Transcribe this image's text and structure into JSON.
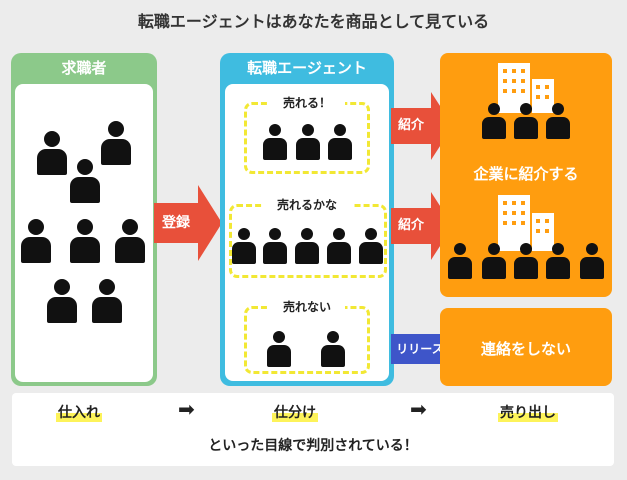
{
  "title": "転職エージェントはあなたを商品として見ている",
  "job_seekers": {
    "header": "求職者"
  },
  "agent": {
    "header": "転職エージェント",
    "groups": [
      {
        "label": "売れる！"
      },
      {
        "label": "売れるかな"
      },
      {
        "label": "売れない"
      }
    ]
  },
  "arrows": {
    "register": "登録",
    "introduce_1": "紹介",
    "introduce_2": "紹介",
    "release": "リリース"
  },
  "outcomes": {
    "introduce_company": "企業に紹介する",
    "no_contact": "連絡をしない"
  },
  "flow": {
    "steps": [
      "仕入れ",
      "仕分け",
      "売り出し"
    ],
    "summary": "といった目線で判別されている！"
  },
  "colors": {
    "job_seeker_panel": "#8cc98a",
    "agent_panel": "#3fbce0",
    "company_panel": "#ff9d0f",
    "arrow_red": "#e8503a",
    "arrow_blue": "#3e55c9",
    "highlight": "#fdf35a"
  }
}
